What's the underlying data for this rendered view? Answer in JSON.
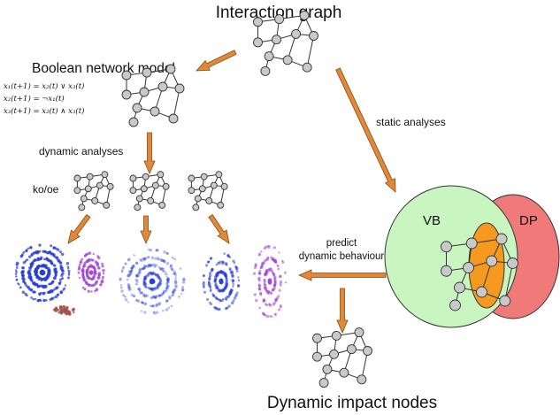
{
  "title": "Interaction graph",
  "boolean_model": {
    "title": "Boolean network model",
    "equations": [
      "x₁(t+1)   =   x₂(t) ∨ x₃(t)",
      "x₂(t+1)   =   ¬x₁(t)",
      "x₃(t+1)   =   x₂(t) ∧ x₃(t)"
    ]
  },
  "labels": {
    "static_analyses": "static analyses",
    "dynamic_analyses": "dynamic analyses",
    "ko_oe": "ko/oe",
    "predict_line1": "predict",
    "predict_line2": "dynamic behaviour",
    "vb": "VB",
    "dp": "DP",
    "dynamic_impact_nodes": "Dynamic impact nodes"
  },
  "colors": {
    "arrow": "#e0893a",
    "vb_fill": "#c9f5c1",
    "dp_fill": "#f07a7a",
    "overlap": "#f59a1f",
    "highlight_green": "#2ec02e",
    "highlight_red": "#c81d1d",
    "impact_node": "#f0a050",
    "blue_cloud": "#2b3fd6",
    "purple_cloud": "#a44ad6",
    "brown_cloud": "#a0504a"
  }
}
